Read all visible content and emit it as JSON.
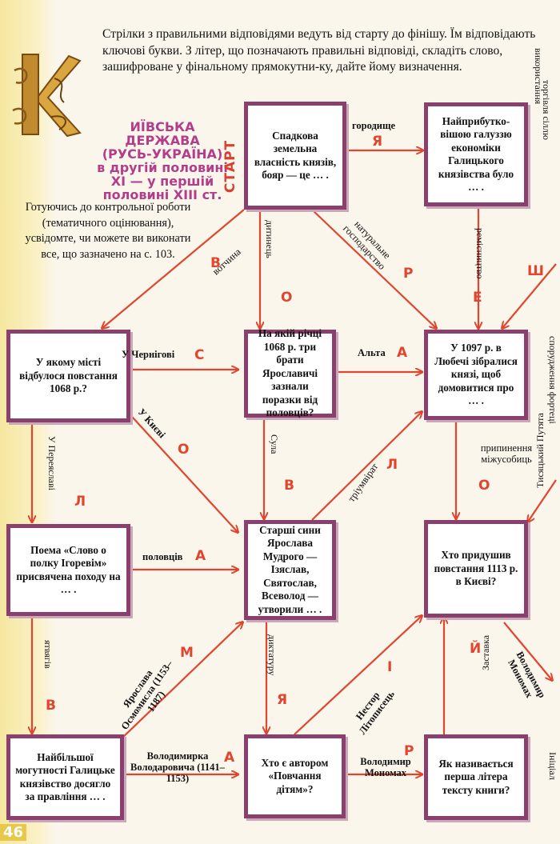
{
  "intro": "Стрілки з правильними відповідями ведуть від старту до фінішу. Їм відповідають ключові букви. З літер, що позначають правильні відповіді, складіть слово, зашифроване у фінальному прямокутни-ку, дайте йому визначення.",
  "chapter_title": {
    "line1": "ИЇВСЬКА ДЕРЖАВА",
    "line2": "(РУСЬ-УКРАЇНА)",
    "line3": "в другій половині",
    "line4": "XI — у першій",
    "line5": "половині XIII ст."
  },
  "note": "Готуючись до контрольної роботи (тематичного оцінювання), усвідомте, чи можете ви виконати все, що зазначено на с. 103.",
  "start_label": "СТАРТ",
  "page_number": "46",
  "boxes": {
    "b1": "Спадкова земельна власність князів, бояр — це … .",
    "b2": "Найприбутко-вішою галуззю економіки Галицького князівства було … .",
    "b3": "У якому місті відбулося повстання 1068 р.?",
    "b4": "На якій річці 1068 р. три брати Ярославичі зазнали поразки від половців?",
    "b5": "У 1097 р. в Любечі зібралися князі, щоб домовитися про … .",
    "b6": "Поема «Слово о полку Ігоревім» присвячена походу на … .",
    "b7": "Старші сини Ярослава Мудрого — Ізяслав, Святослав, Всеволод — утворили … .",
    "b8": "Хто придушив повстання 1113 р. в Києві?",
    "b9": "Найбільшої могутності Галицьке князівство досягло за правління … .",
    "b10": "Хто є автором «Повчання дітям»?",
    "b11": "Як називається перша літера тексту книги?"
  },
  "labels": {
    "gorodishche": "городище",
    "votchyna": "вотчина",
    "dytynets": "дитинець",
    "naturalne": "натуральне господарство",
    "remisnytstvo": "ремісництво",
    "chernihiv": "У Чернігові",
    "alta": "Альта",
    "kyiv": "У Києві",
    "sula": "Сула",
    "pereiaslav": "У Переяславі",
    "triumvirat": "тріумвірат",
    "prypynennia": "припинення міжусобиць",
    "polovtsi": "половців",
    "yatvahy": "ятвягів",
    "yaroslava": "Ярослава Осмомисла (1153–1187)",
    "dyktatura": "диктатуру",
    "nestor": "Нестор Літописець",
    "zastavka": "Заставка",
    "monomakh_r": "Володимир Мономах",
    "volodymyrko": "Володимирка Володаровича (1141–1153)",
    "monomakh_b": "Володимир Мономах",
    "torhivlia": "торгівля сіллю",
    "sporudzh": "спорудження фортеці",
    "tysiatskyi": "Тисяцький Путята",
    "initsial": "Ініціал",
    "vykorys": "використання"
  },
  "letters": {
    "ya1": "Я",
    "v1": "В",
    "r1": "Р",
    "o1": "О",
    "e1": "Е",
    "sh1": "Ш",
    "s1": "С",
    "a1": "А",
    "o2": "О",
    "v2": "В",
    "l1": "Л",
    "l2": "Л",
    "o3": "О",
    "a2": "А",
    "m1": "М",
    "y1": "Й",
    "v3": "В",
    "ya2": "Я",
    "i1": "І",
    "a3": "А",
    "r2": "Р"
  },
  "colors": {
    "arrow": "#e1452e",
    "box_border": "#8a3f6c",
    "title": "#b23d8a"
  }
}
